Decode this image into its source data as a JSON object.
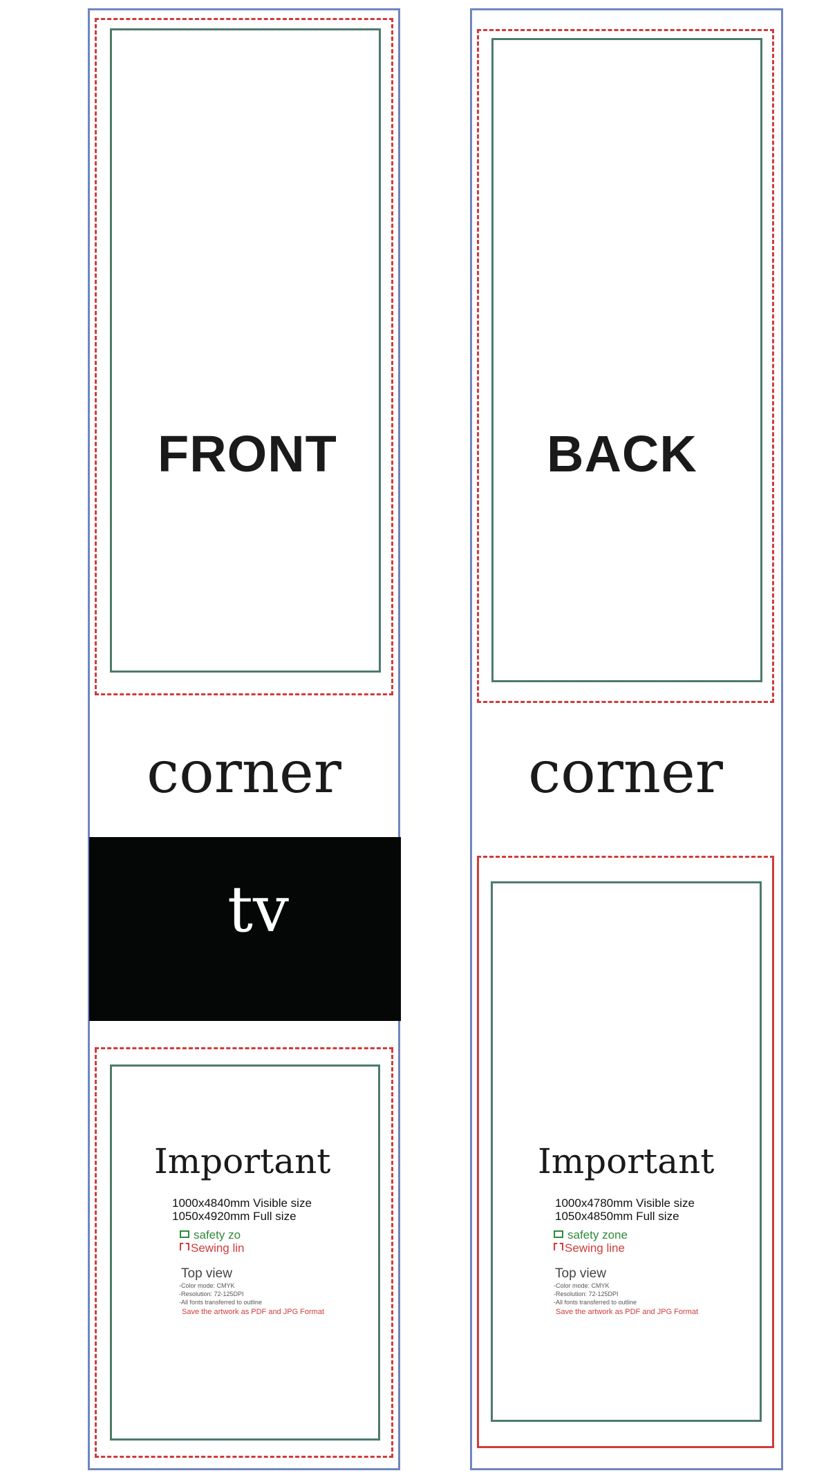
{
  "front": {
    "label": "FRONT",
    "corner": "corner",
    "tv": "tv",
    "important": {
      "title": "Important",
      "visible_size": "1000x4840mm Visible size",
      "full_size": "1050x4920mm Full size",
      "safety_legend": "safety zo",
      "sewing_legend": "Sewing lin",
      "top_view": "Top view",
      "notes": [
        "-Color mode: CMYK",
        "-Resolution: 72-125DPI",
        "-All fonts transferred to outline"
      ],
      "save_note": "Save the artwork as PDF and JPG Format"
    }
  },
  "back": {
    "label": "BACK",
    "corner": "corner",
    "important": {
      "title": "Important",
      "visible_size": "1000x4780mm Visible size",
      "full_size": "1050x4850mm Full size",
      "safety_legend": "safety zone",
      "sewing_legend": "Sewing line",
      "top_view": "Top view",
      "notes": [
        "-Color mode: CMYK",
        "-Resolution: 72-125DPI",
        "-All fonts transferred to outline"
      ],
      "save_note": "Save the artwork as PDF and JPG Format"
    }
  },
  "colors": {
    "outer_border": "#6f86bf",
    "sewing_line": "#d23a3a",
    "safety_zone": "#4d7a6b",
    "tv_band": "#050606"
  }
}
